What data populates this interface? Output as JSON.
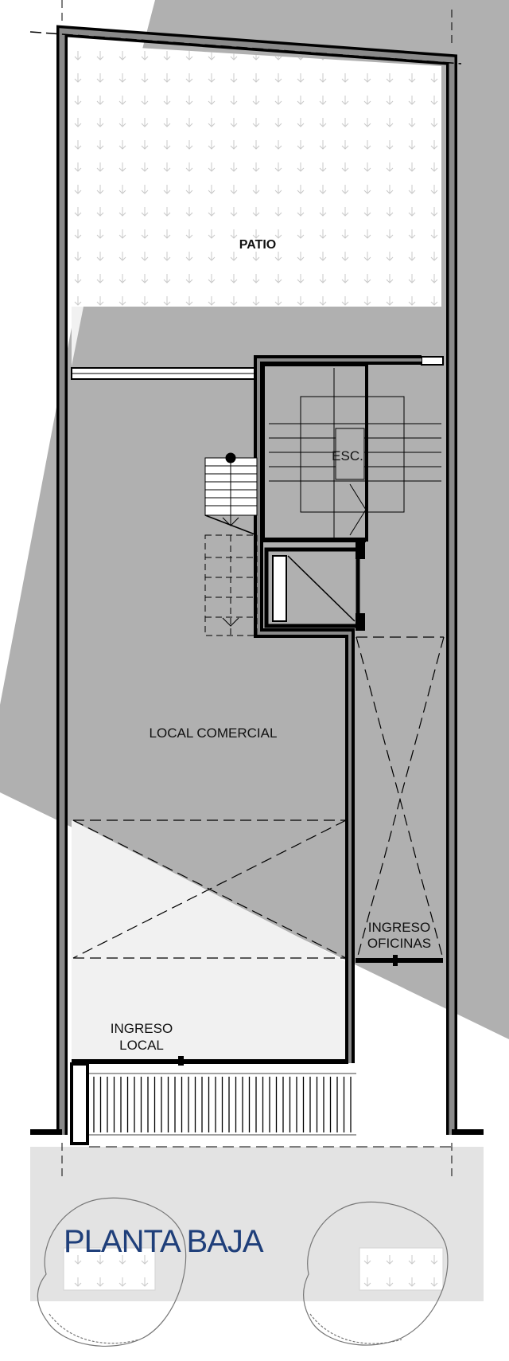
{
  "labels": {
    "patio": "PATIO",
    "stair": "ESC.",
    "local_comercial": "LOCAL COMERCIAL",
    "ingreso_oficinas_line1": "INGRESO",
    "ingreso_oficinas_line2": "OFICINAS",
    "ingreso_local_line1": "INGRESO",
    "ingreso_local_line2": "LOCAL"
  },
  "title": "PLANTA BAJA",
  "colors": {
    "shadow": "#b0b0b0",
    "interior": "#ababab",
    "light_zone": "#f1f1f1",
    "sidewalk": "#e3e3e3",
    "wall": "#000000",
    "wall_core": "#8a8a8a",
    "title": "#1f3f7a"
  }
}
